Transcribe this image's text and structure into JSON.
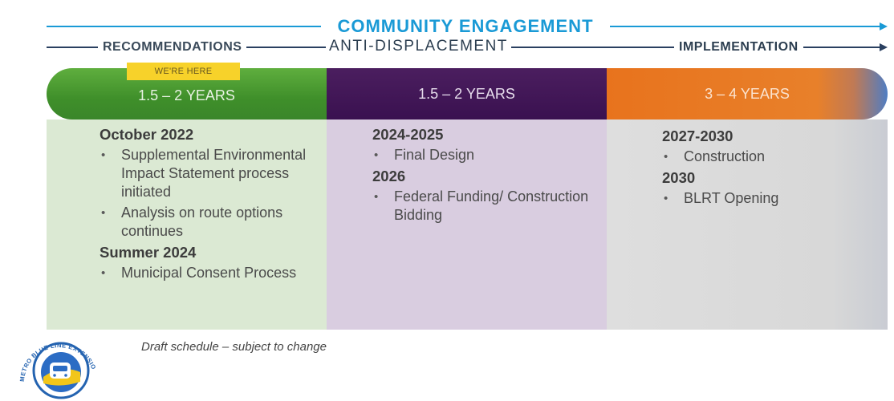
{
  "header": {
    "community_engagement": "COMMUNITY ENGAGEMENT",
    "recommendations": "RECOMMENDATIONS",
    "anti_displacement": "ANTI-DISPLACEMENT",
    "implementation": "IMPLEMENTATION"
  },
  "badge": "WE'RE HERE",
  "phases": [
    {
      "duration": "1.5 – 2 YEARS",
      "color": "#4a9a32",
      "groups": [
        {
          "heading": "October 2022",
          "items": [
            "Supplemental Environmental Impact Statement process initiated",
            "Analysis on route options continues"
          ]
        },
        {
          "heading": "Summer 2024",
          "items": [
            "Municipal Consent Process"
          ]
        }
      ]
    },
    {
      "duration": "1.5 – 2 YEARS",
      "color": "#421658",
      "groups": [
        {
          "heading": "2024-2025",
          "items": [
            "Final Design"
          ]
        },
        {
          "heading": "2026",
          "items": [
            "Federal Funding/ Construction Bidding"
          ]
        }
      ]
    },
    {
      "duration": "3 – 4 YEARS",
      "color": "#e8761f",
      "groups": [
        {
          "heading": "2027-2030",
          "items": [
            "Construction"
          ]
        },
        {
          "heading": "2030",
          "items": [
            "BLRT Opening"
          ]
        }
      ]
    }
  ],
  "footnote": "Draft schedule – subject to change",
  "logo": {
    "text": "METRO BLUE LINE EXTENSION",
    "icon": "train-icon"
  }
}
